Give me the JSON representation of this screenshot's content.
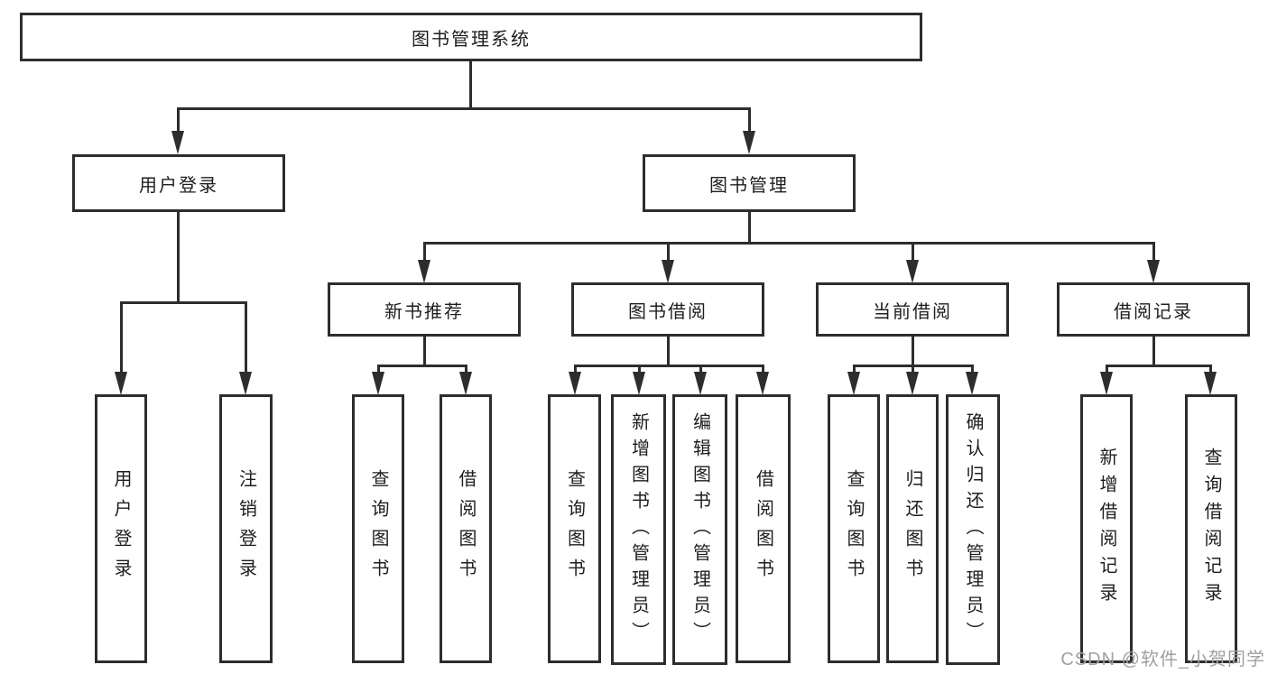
{
  "diagram": {
    "root": {
      "label": "图书管理系统"
    },
    "branches": [
      {
        "label": "用户登录",
        "children": [
          {
            "label": "用户登录"
          },
          {
            "label": "注销登录"
          }
        ]
      },
      {
        "label": "图书管理",
        "children": [
          {
            "label": "新书推荐",
            "children": [
              {
                "label": "查询图书"
              },
              {
                "label": "借阅图书"
              }
            ]
          },
          {
            "label": "图书借阅",
            "children": [
              {
                "label": "查询图书"
              },
              {
                "label": "新增图书（管理员）"
              },
              {
                "label": "编辑图书（管理员）"
              },
              {
                "label": "借阅图书"
              }
            ]
          },
          {
            "label": "当前借阅",
            "children": [
              {
                "label": "查询图书"
              },
              {
                "label": "归还图书"
              },
              {
                "label": "确认归还（管理员）"
              }
            ]
          },
          {
            "label": "借阅记录",
            "children": [
              {
                "label": "新增借阅记录"
              },
              {
                "label": "查询借阅记录"
              }
            ]
          }
        ]
      }
    ]
  },
  "watermark": {
    "text": "CSDN @软件_小贺同学"
  },
  "colors": {
    "line": "#2d2d2d",
    "box_border": "#2d2d2d",
    "background": "#ffffff",
    "text": "#1e1e1e",
    "watermark": "#a0a0a0"
  }
}
